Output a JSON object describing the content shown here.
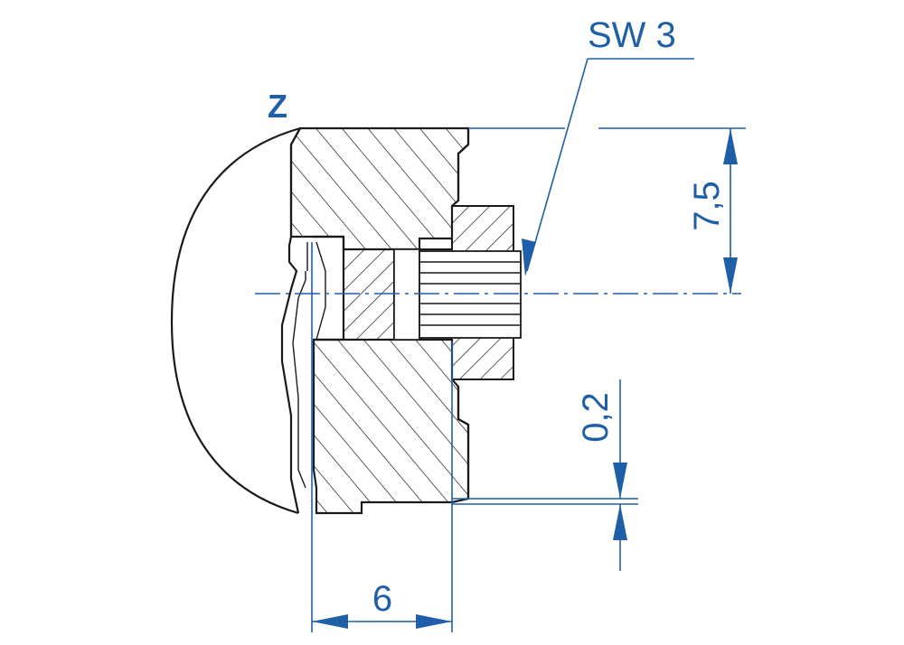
{
  "view_label": "Z",
  "wrench_size": "SW 3",
  "dimensions": {
    "height": "7,5",
    "gap": "0,2",
    "width": "6"
  },
  "colors": {
    "dimension": "#1f5fa8",
    "outline": "#1a1a1a",
    "background": "#ffffff"
  }
}
